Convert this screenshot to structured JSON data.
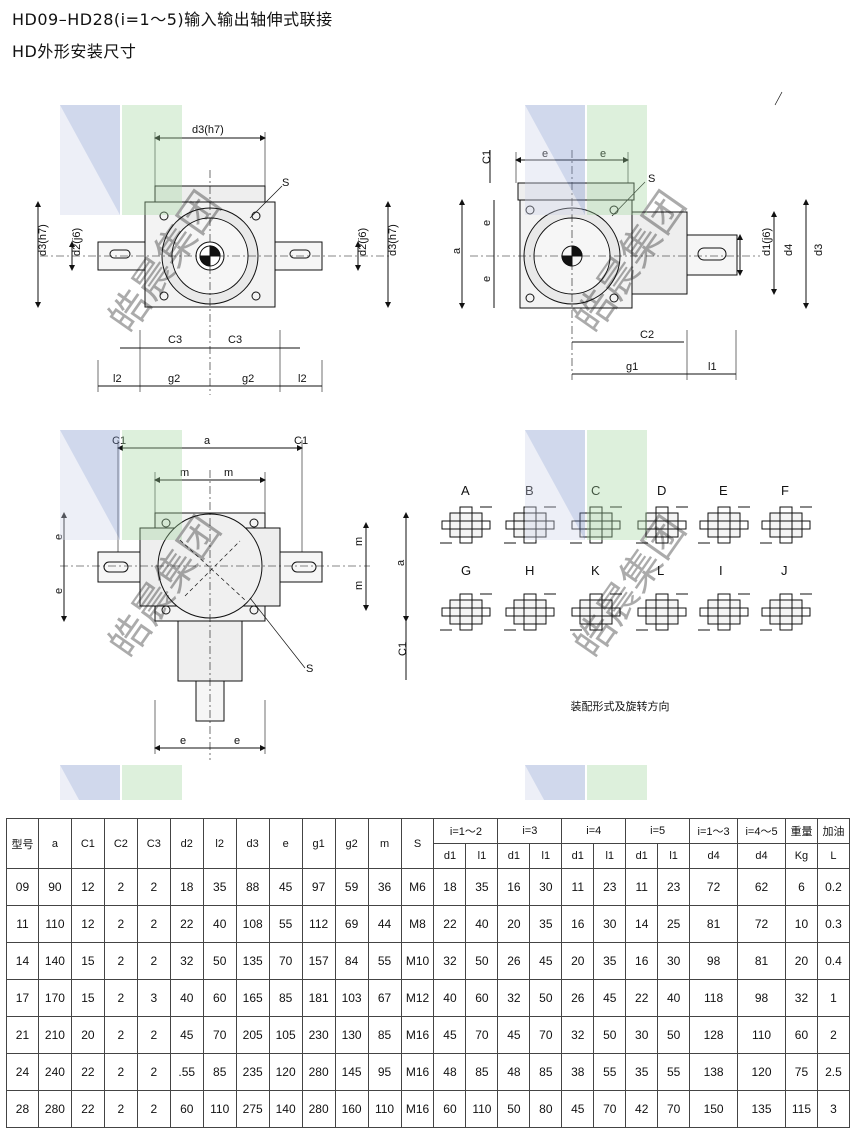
{
  "title_line1": "HD09–HD28(i=1～5)输入输出轴伸式联接",
  "title_line2": "HD外形安装尺寸",
  "watermark_text": "皓晨集团",
  "caption": "装配形式及旋转方向",
  "drawing_labels": {
    "d3h7": "d3(h7)",
    "d2j6": "d2(j6)",
    "d1j6": "d1(j6)",
    "d4": "d4",
    "d3": "d3",
    "a": "a",
    "e": "e",
    "m": "m",
    "S": "S",
    "C1": "C1",
    "C2": "C2",
    "C3": "C3",
    "g1": "g1",
    "g2": "g2",
    "l1": "l1",
    "l2": "l2"
  },
  "assembly_forms": [
    "A",
    "B",
    "C",
    "D",
    "E",
    "F",
    "G",
    "H",
    "K",
    "L",
    "I",
    "J"
  ],
  "table": {
    "header_main": [
      "型号",
      "a",
      "C1",
      "C2",
      "C3",
      "d2",
      "l2",
      "d3",
      "e",
      "g1",
      "g2",
      "m",
      "S"
    ],
    "ratio_groups": [
      "i=1～2",
      "i=3",
      "i=4",
      "i=5",
      "i=1～3",
      "i=4～5"
    ],
    "sub_headers": [
      "d1",
      "l1",
      "d1",
      "l1",
      "d1",
      "l1",
      "d1",
      "l1",
      "d4",
      "d4"
    ],
    "weight_label": "重量",
    "weight_unit": "Kg",
    "oil_label": "加油",
    "oil_unit": "L",
    "rows": [
      [
        "09",
        "90",
        "12",
        "2",
        "2",
        "18",
        "35",
        "88",
        "45",
        "97",
        "59",
        "36",
        "M6",
        "18",
        "35",
        "16",
        "30",
        "11",
        "23",
        "11",
        "23",
        "72",
        "62",
        "6",
        "0.2"
      ],
      [
        "11",
        "110",
        "12",
        "2",
        "2",
        "22",
        "40",
        "108",
        "55",
        "112",
        "69",
        "44",
        "M8",
        "22",
        "40",
        "20",
        "35",
        "16",
        "30",
        "14",
        "25",
        "81",
        "72",
        "10",
        "0.3"
      ],
      [
        "14",
        "140",
        "15",
        "2",
        "2",
        "32",
        "50",
        "135",
        "70",
        "157",
        "84",
        "55",
        "M10",
        "32",
        "50",
        "26",
        "45",
        "20",
        "35",
        "16",
        "30",
        "98",
        "81",
        "20",
        "0.4"
      ],
      [
        "17",
        "170",
        "15",
        "2",
        "3",
        "40",
        "60",
        "165",
        "85",
        "181",
        "103",
        "67",
        "M12",
        "40",
        "60",
        "32",
        "50",
        "26",
        "45",
        "22",
        "40",
        "118",
        "98",
        "32",
        "1"
      ],
      [
        "21",
        "210",
        "20",
        "2",
        "2",
        "45",
        "70",
        "205",
        "105",
        "230",
        "130",
        "85",
        "M16",
        "45",
        "70",
        "45",
        "70",
        "32",
        "50",
        "30",
        "50",
        "128",
        "110",
        "60",
        "2"
      ],
      [
        "24",
        "240",
        "22",
        "2",
        "2",
        ".55",
        "85",
        "235",
        "120",
        "280",
        "145",
        "95",
        "M16",
        "48",
        "85",
        "48",
        "85",
        "38",
        "55",
        "35",
        "55",
        "138",
        "120",
        "75",
        "2.5"
      ],
      [
        "28",
        "280",
        "22",
        "2",
        "2",
        "60",
        "110",
        "275",
        "140",
        "280",
        "160",
        "110",
        "M16",
        "60",
        "110",
        "50",
        "80",
        "45",
        "70",
        "42",
        "70",
        "150",
        "135",
        "115",
        "3"
      ]
    ]
  }
}
